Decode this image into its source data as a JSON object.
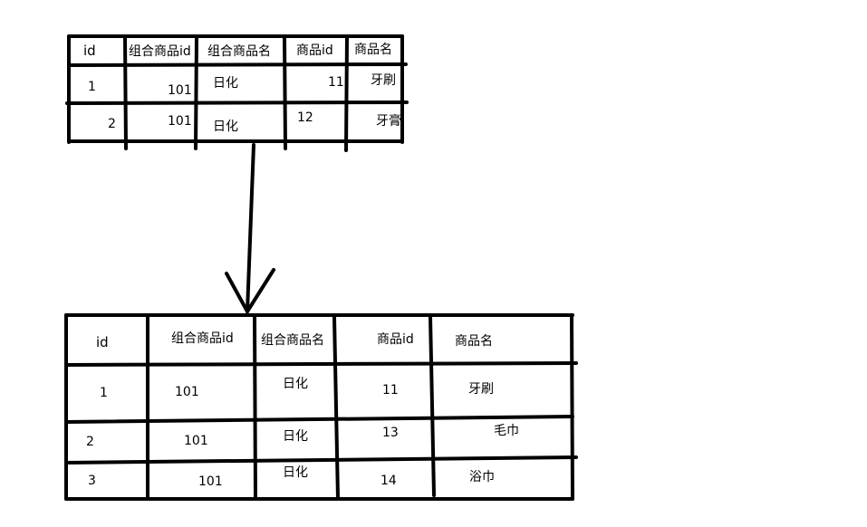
{
  "top_table": {
    "headers": [
      "id",
      "组合商品id",
      "组合商品名",
      "商品id",
      "商品名"
    ],
    "rows": [
      [
        "1",
        "101",
        "日化",
        "11",
        "牙刷"
      ],
      [
        "2",
        "101",
        "日化",
        "12",
        "牙膏"
      ]
    ]
  },
  "bottom_table": {
    "headers": [
      "id",
      "组合商品id",
      "组合商品名",
      "商品id",
      "商品名"
    ],
    "rows": [
      [
        "1",
        "101",
        "日化",
        "11",
        "牙刷"
      ],
      [
        "2",
        "101",
        "日化",
        "13",
        "毛巾"
      ],
      [
        "3",
        "101",
        "日化",
        "14",
        "浴巾"
      ]
    ]
  },
  "colors": {
    "ink": "#000000",
    "background": "#ffffff"
  },
  "icons": {
    "connector": "down-arrow-icon"
  }
}
